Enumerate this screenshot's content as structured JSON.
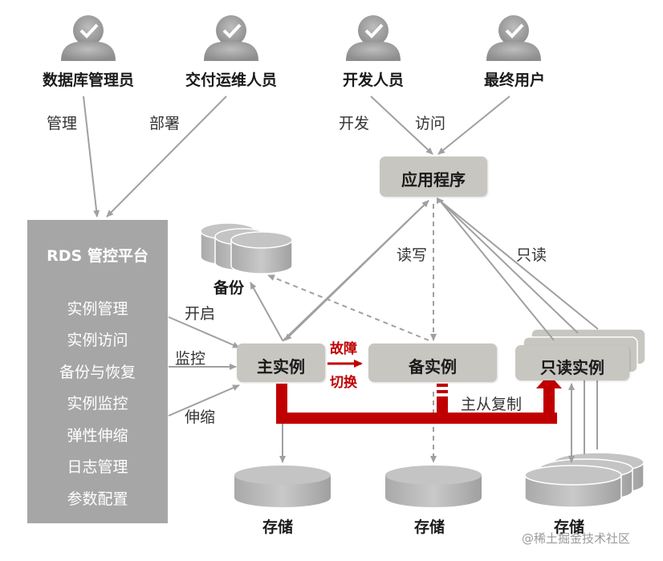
{
  "roles": [
    {
      "label": "数据库管理员"
    },
    {
      "label": "交付运维人员"
    },
    {
      "label": "开发人员"
    },
    {
      "label": "最终用户"
    }
  ],
  "edges": {
    "manage": "管理",
    "deploy": "部署",
    "develop": "开发",
    "access": "访问",
    "read_write": "读写",
    "read_only": "只读",
    "open": "开启",
    "monitor": "监控",
    "scale": "伸缩",
    "replication": "主从复制"
  },
  "app": {
    "label": "应用程序"
  },
  "rds": {
    "title": "RDS 管控平台",
    "items": [
      "实例管理",
      "实例访问",
      "备份与恢复",
      "实例监控",
      "弹性伸缩",
      "日志管理",
      "参数配置"
    ]
  },
  "backup": {
    "label": "备份"
  },
  "instances": {
    "primary": "主实例",
    "standby": "备实例",
    "readonly": "只读实例"
  },
  "failover": {
    "line1": "故障",
    "line2": "切换"
  },
  "storage": [
    "存储",
    "存储",
    "存储"
  ],
  "watermark": "@稀土掘金技术社区",
  "colors": {
    "panel": "#a6a6a6",
    "box": "#c8c6c0",
    "accent": "#c00000",
    "arrow": "#a0a0a0"
  }
}
